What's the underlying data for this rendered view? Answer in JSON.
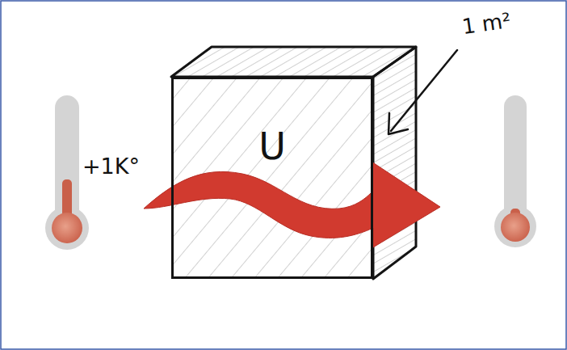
{
  "diagram": {
    "nodes": [
      {
        "text": [
          "U"
        ]
      }
    ],
    "labels": [
      "+1K°",
      "1 m²"
    ]
  }
}
